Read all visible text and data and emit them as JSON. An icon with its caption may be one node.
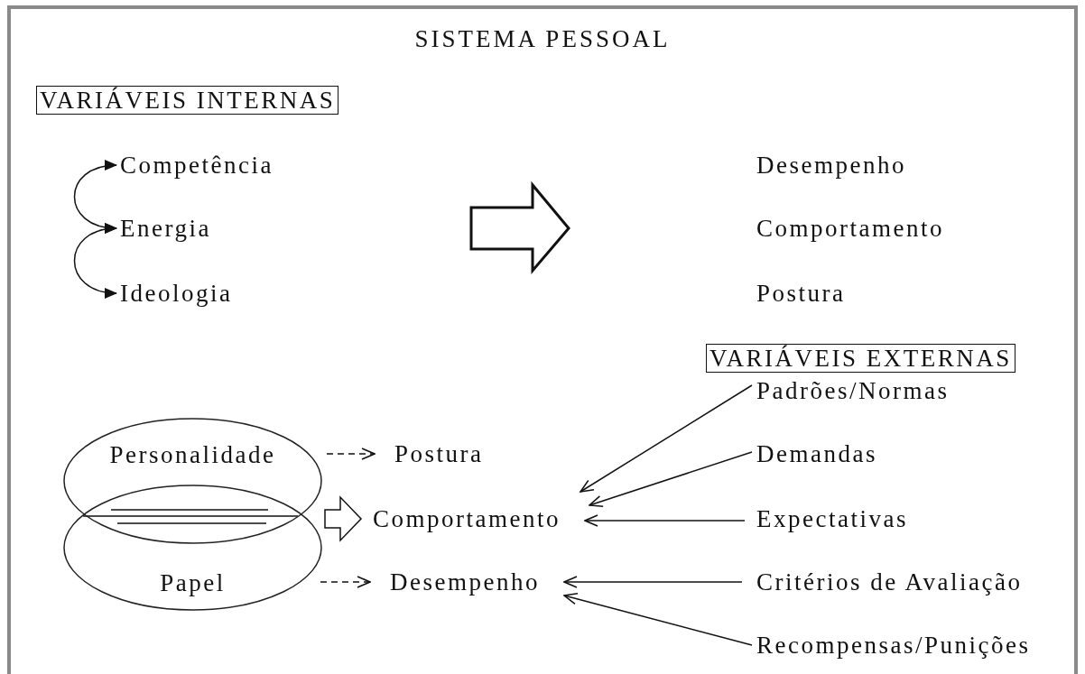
{
  "diagram": {
    "title": "SISTEMA PESSOAL",
    "nodes": [
      {
        "text": [
          "VARIÁVEIS INTERNAS"
        ]
      },
      {
        "text": [
          "Competência"
        ]
      },
      {
        "text": [
          "Energia"
        ]
      },
      {
        "text": [
          "Ideologia"
        ]
      },
      {
        "text": [
          "Desempenho"
        ]
      },
      {
        "text": [
          "Comportamento"
        ]
      },
      {
        "text": [
          "Postura"
        ]
      },
      {
        "text": [
          "VARIÁVEIS EXTERNAS"
        ]
      },
      {
        "text": [
          "Padrões/Normas"
        ]
      },
      {
        "text": [
          "Demandas"
        ]
      },
      {
        "text": [
          "Expectativas"
        ]
      },
      {
        "text": [
          "Critérios de Avaliação"
        ]
      },
      {
        "text": [
          "Recompensas/Punições"
        ]
      },
      {
        "text": [
          "Personalidade"
        ]
      },
      {
        "text": [
          "Papel"
        ]
      },
      {
        "text": [
          "Postura"
        ]
      },
      {
        "text": [
          "Comportamento"
        ]
      },
      {
        "text": [
          "Desempenho"
        ]
      }
    ],
    "edges": [
      {
        "from": 1,
        "to": 2,
        "arrow": "both"
      },
      {
        "from": 2,
        "to": 3,
        "arrow": "both"
      },
      {
        "from": 13,
        "to": 15,
        "arrow": "to",
        "style": "dashed"
      },
      {
        "from": null,
        "to": 16,
        "arrow": "to",
        "style": "thick"
      },
      {
        "from": 14,
        "to": 17,
        "arrow": "to",
        "style": "dashed"
      },
      {
        "from": 8,
        "to": 16,
        "arrow": "to"
      },
      {
        "from": 9,
        "to": 16,
        "arrow": "to"
      },
      {
        "from": 10,
        "to": 16,
        "arrow": "to"
      },
      {
        "from": 11,
        "to": 17,
        "arrow": "to"
      },
      {
        "from": 12,
        "to": 17,
        "arrow": "to"
      }
    ]
  }
}
